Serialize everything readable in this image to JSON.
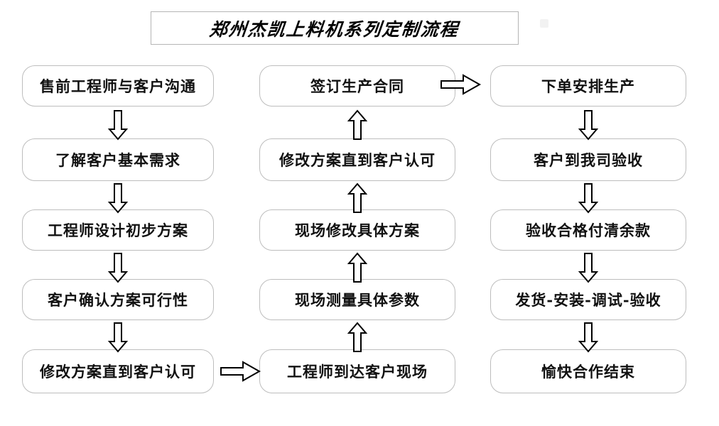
{
  "title": {
    "text": "郑州杰凯上料机系列定制流程"
  },
  "flow": {
    "columns": [
      {
        "id": "column-1",
        "direction": "down",
        "nodes": [
          {
            "label": "售前工程师与客户沟通"
          },
          {
            "label": "了解客户基本需求"
          },
          {
            "label": "工程师设计初步方案"
          },
          {
            "label": "客户确认方案可行性"
          },
          {
            "label": "修改方案直到客户认可"
          }
        ]
      },
      {
        "id": "column-2",
        "direction": "up",
        "nodes": [
          {
            "label": "签订生产合同"
          },
          {
            "label": "修改方案直到客户认可"
          },
          {
            "label": "现场修改具体方案"
          },
          {
            "label": "现场测量具体参数"
          },
          {
            "label": "工程师到达客户现场"
          }
        ]
      },
      {
        "id": "column-3",
        "direction": "down",
        "nodes": [
          {
            "label": "下单安排生产"
          },
          {
            "label": "客户到我司验收"
          },
          {
            "label": "验收合格付清余款"
          },
          {
            "label": "发货-安装-调试-验收"
          },
          {
            "label": "愉快合作结束"
          }
        ]
      }
    ],
    "connectors": [
      {
        "id": "c1-to-c2",
        "icon": "arrow-right-icon",
        "from": "修改方案直到客户认可",
        "to": "工程师到达客户现场"
      },
      {
        "id": "c2-to-c3",
        "icon": "arrow-right-icon",
        "from": "签订生产合同",
        "to": "下单安排生产"
      }
    ]
  },
  "colors": {
    "node_border": "#bdbdbd",
    "node_fill": "#ffffff",
    "text": "#111111",
    "arrow_stroke": "#000000",
    "title_border": "#b5b5b5",
    "background": "#ffffff"
  }
}
